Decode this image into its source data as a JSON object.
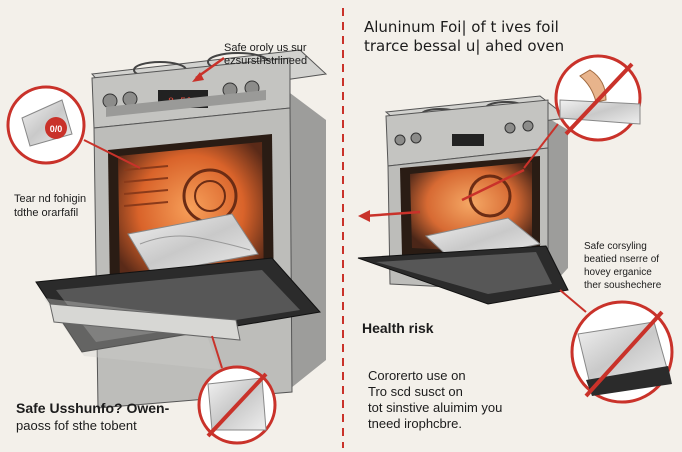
{
  "left": {
    "caption_top": [
      "Safe oroly us sur",
      "ezsursthstrlineed"
    ],
    "caption_side": [
      "Tear nd fohigin",
      "tdthe orarfafil"
    ],
    "caption_bottom": [
      "Safe Usshunfo? Owen-",
      "paoss fof sthe tobent"
    ],
    "display": "8 5°C",
    "badge": "0/0"
  },
  "right": {
    "title": [
      "Aluninum Foi| of t ives foil",
      "trarce bessal u| ahed oven"
    ],
    "caption_side": [
      "Safe corsyling",
      "beatied nserre of",
      "hovey erganice",
      "ther soushechere"
    ],
    "health": "Health risk",
    "caption_bottom": [
      "Cororerto use on",
      "Tro scd susct on",
      "tot sinstive aluimim you",
      "tneed irophcbre."
    ]
  },
  "colors": {
    "accent": "#c9322a",
    "steel": "#b9b9b7",
    "glow": "#e8803a"
  }
}
